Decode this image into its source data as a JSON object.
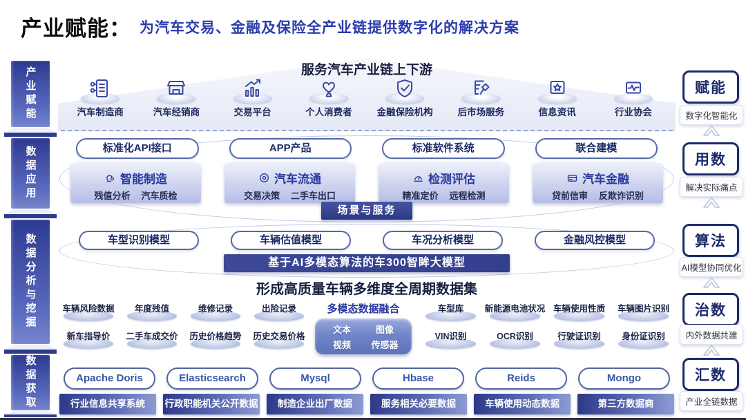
{
  "colors": {
    "brand_blue": "#2B3CAE",
    "dark_navy": "#1C2A6B",
    "banner_blue": "#333F8E",
    "pill_border": "#5568AC",
    "pillar_blue": "#2E3A92"
  },
  "header": {
    "title": "产业赋能：",
    "subtitle": "为汽车交易、金融及保险全产业链提供数字化的解决方案"
  },
  "left_rail": {
    "items": [
      {
        "label": "产业赋能"
      },
      {
        "label": "数据应用"
      },
      {
        "label": "数据分析与挖掘"
      },
      {
        "label": "数据获取"
      }
    ]
  },
  "right_rail": {
    "items": [
      {
        "title": "赋能",
        "subtitle": "数字化智能化"
      },
      {
        "title": "用数",
        "subtitle": "解决实际痛点"
      },
      {
        "title": "算法",
        "subtitle": "AI模型协同优化"
      },
      {
        "title": "治数",
        "subtitle": "内外数据共建"
      },
      {
        "title": "汇数",
        "subtitle": "产业全链数据"
      }
    ]
  },
  "industry_chain": {
    "heading": "服务汽车产业链上下游",
    "partners": [
      {
        "label": "汽车制造商",
        "icon": "manufacturer-icon"
      },
      {
        "label": "汽车经销商",
        "icon": "dealer-icon"
      },
      {
        "label": "交易平台",
        "icon": "trade-platform-icon"
      },
      {
        "label": "个人消费者",
        "icon": "consumer-icon"
      },
      {
        "label": "金融保险机构",
        "icon": "finance-insurance-icon"
      },
      {
        "label": "后市场服务",
        "icon": "aftermarket-icon"
      },
      {
        "label": "信息资讯",
        "icon": "information-icon"
      },
      {
        "label": "行业协会",
        "icon": "association-icon"
      }
    ]
  },
  "data_application": {
    "pills": [
      {
        "label": "标准化API接口"
      },
      {
        "label": "APP产品"
      },
      {
        "label": "标准软件系统"
      },
      {
        "label": "联合建模"
      }
    ],
    "cards": [
      {
        "title": "智能制造",
        "icon": "smart-manufacturing-icon",
        "tags": [
          "残值分析",
          "汽车质检"
        ]
      },
      {
        "title": "汽车流通",
        "icon": "auto-circulation-icon",
        "tags": [
          "交易决策",
          "二手车出口"
        ]
      },
      {
        "title": "检测评估",
        "icon": "inspection-evaluation-icon",
        "tags": [
          "精准定价",
          "远程检测"
        ]
      },
      {
        "title": "汽车金融",
        "icon": "auto-finance-icon",
        "tags": [
          "贷前信审",
          "反欺诈识别"
        ]
      }
    ],
    "banner": "场景与服务"
  },
  "analysis": {
    "model_pills": [
      {
        "label": "车型识别模型"
      },
      {
        "label": "车辆估值模型"
      },
      {
        "label": "车况分析模型"
      },
      {
        "label": "金融风控模型"
      }
    ],
    "ai_banner": "基于AI多模态算法的车300智眸大模型",
    "dataset_heading": "形成高质量车辆多维度全周期数据集",
    "left_bubbles": {
      "row1": [
        "车辆风险数据",
        "年度残值",
        "维修记录",
        "出险记录"
      ],
      "row2": [
        "新车指导价",
        "二手车成交价",
        "历史价格趋势",
        "历史交易价格"
      ]
    },
    "fusion": {
      "title": "多模态数据融合",
      "items": [
        "文本",
        "图像",
        "视频",
        "传感器"
      ]
    },
    "right_bubbles": {
      "row1": [
        "车型库",
        "新能源电池状况",
        "车辆使用性质",
        "车辆图片识别"
      ],
      "row2": [
        "VIN识别",
        "OCR识别",
        "行驶证识别",
        "身份证识别"
      ]
    }
  },
  "data_acquisition": {
    "databases": [
      {
        "label": "Apache Doris"
      },
      {
        "label": "Elasticsearch"
      },
      {
        "label": "Mysql"
      },
      {
        "label": "Hbase"
      },
      {
        "label": "Reids"
      },
      {
        "label": "Mongo"
      }
    ],
    "sources": [
      {
        "label": "行业信息共享系统"
      },
      {
        "label": "行政职能机关公开数据"
      },
      {
        "label": "制造企业出厂数据"
      },
      {
        "label": "服务相关必要数据"
      },
      {
        "label": "车辆使用动态数据"
      },
      {
        "label": "第三方数据商"
      }
    ]
  }
}
